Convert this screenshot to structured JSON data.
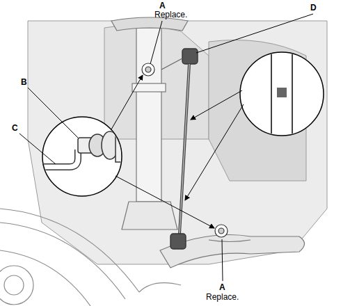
{
  "diagram": {
    "labels": [
      "A",
      "Replace.",
      "B",
      "C",
      "D",
      "A",
      "Replace."
    ]
  }
}
